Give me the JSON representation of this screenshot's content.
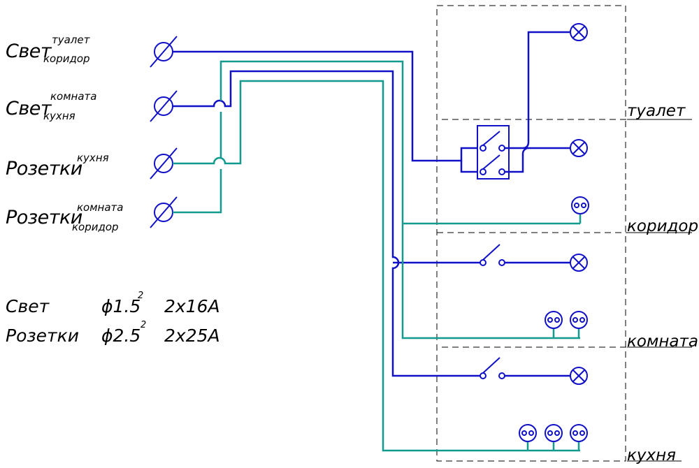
{
  "inputs": [
    {
      "main": "Свет",
      "upper": "туалет",
      "lower": "коридор"
    },
    {
      "main": "Свет",
      "upper": "комната",
      "lower": "кухня"
    },
    {
      "main": "Розетки",
      "upper": "кухня",
      "lower": ""
    },
    {
      "main": "Розетки",
      "upper": "комната",
      "lower": "коридор"
    }
  ],
  "rooms": {
    "toilet": "туалет",
    "corridor": "коридор",
    "room": "комната",
    "kitchen": "кухня"
  },
  "legend": [
    {
      "name": "Свет",
      "section": "ϕ1.5",
      "power": "2",
      "breaker": "2x16A"
    },
    {
      "name": "Розетки",
      "section": "ϕ2.5",
      "power": "2",
      "breaker": "2x25A"
    }
  ],
  "colors": {
    "light_wire": "#1010c8",
    "socket_wire": "#119a8e",
    "dash": "#000000"
  }
}
